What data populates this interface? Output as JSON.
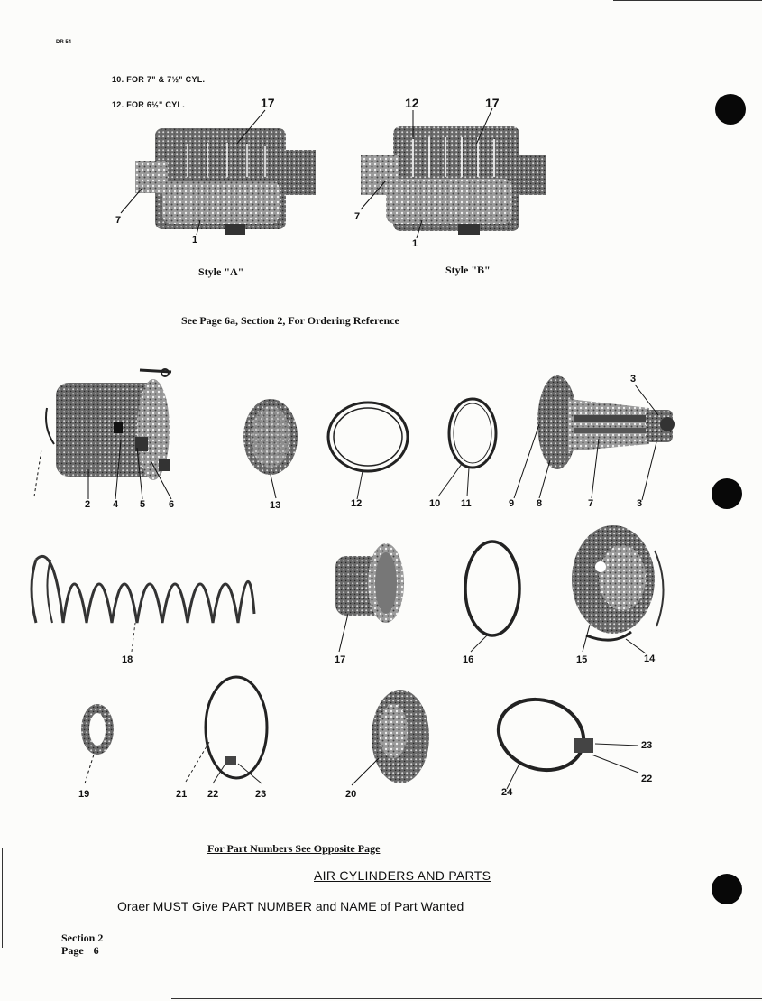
{
  "header": {
    "code": "DR 54"
  },
  "notes": {
    "note_10": "10. FOR 7\" & 7½\" CYL.",
    "note_12": "12. FOR 6½\" CYL."
  },
  "styles": {
    "a": {
      "label": "Style \"A\"",
      "callouts": [
        "17",
        "7",
        "1"
      ]
    },
    "b": {
      "label": "Style \"B\"",
      "callouts": [
        "12",
        "17",
        "7",
        "1"
      ]
    }
  },
  "see_page": "See Page 6a, Section 2, For Ordering Reference",
  "parts_row1": [
    "2",
    "4",
    "5",
    "6",
    "13",
    "12",
    "10",
    "11",
    "9",
    "8",
    "7",
    "3",
    "3"
  ],
  "parts_row2": [
    "18",
    "17",
    "16",
    "15",
    "14"
  ],
  "parts_row3": [
    "19",
    "21",
    "22",
    "23",
    "20",
    "24",
    "23",
    "22"
  ],
  "footer": {
    "part_numbers": "For Part Numbers See Opposite Page",
    "title": "AIR CYLINDERS AND PARTS",
    "order": "Oraer MUST Give PART NUMBER and NAME of Part Wanted",
    "section": "Section 2",
    "page": "Page 6"
  }
}
